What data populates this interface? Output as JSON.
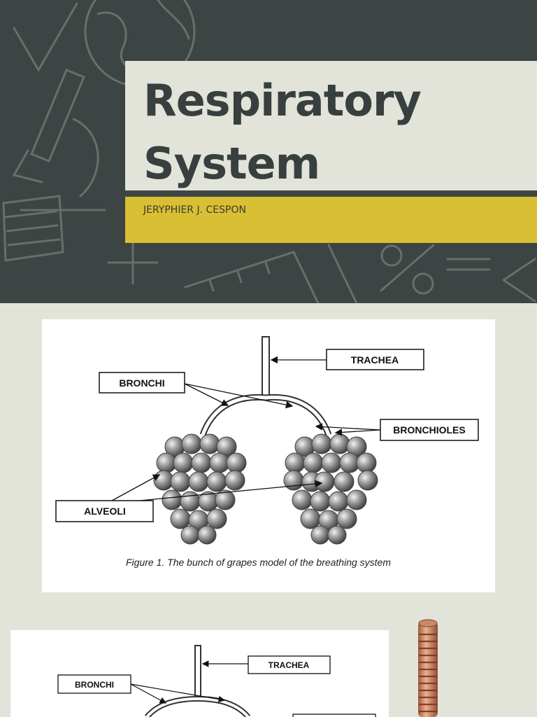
{
  "slide": {
    "title_line1": "Respiratory",
    "title_line2": "System",
    "author": "JERYPHIER J. CESPON",
    "colors": {
      "chalkboard": "#3d4544",
      "title_bg": "#e3e4d9",
      "accent_bar": "#d9bf34"
    }
  },
  "figure1": {
    "labels": {
      "trachea": "TRACHEA",
      "bronchi": "BRONCHI",
      "bronchioles": "BRONCHIOLES",
      "alveoli": "ALVEOLI"
    },
    "caption": "Figure 1. The bunch of grapes model of the breathing system"
  },
  "figure2": {
    "labels": {
      "trachea": "TRACHEA",
      "bronchi": "BRONCHI"
    }
  },
  "icons": [
    "globe-icon",
    "microscope-icon",
    "book-icon",
    "plus-icon",
    "percent-icon",
    "ruler-icon"
  ]
}
